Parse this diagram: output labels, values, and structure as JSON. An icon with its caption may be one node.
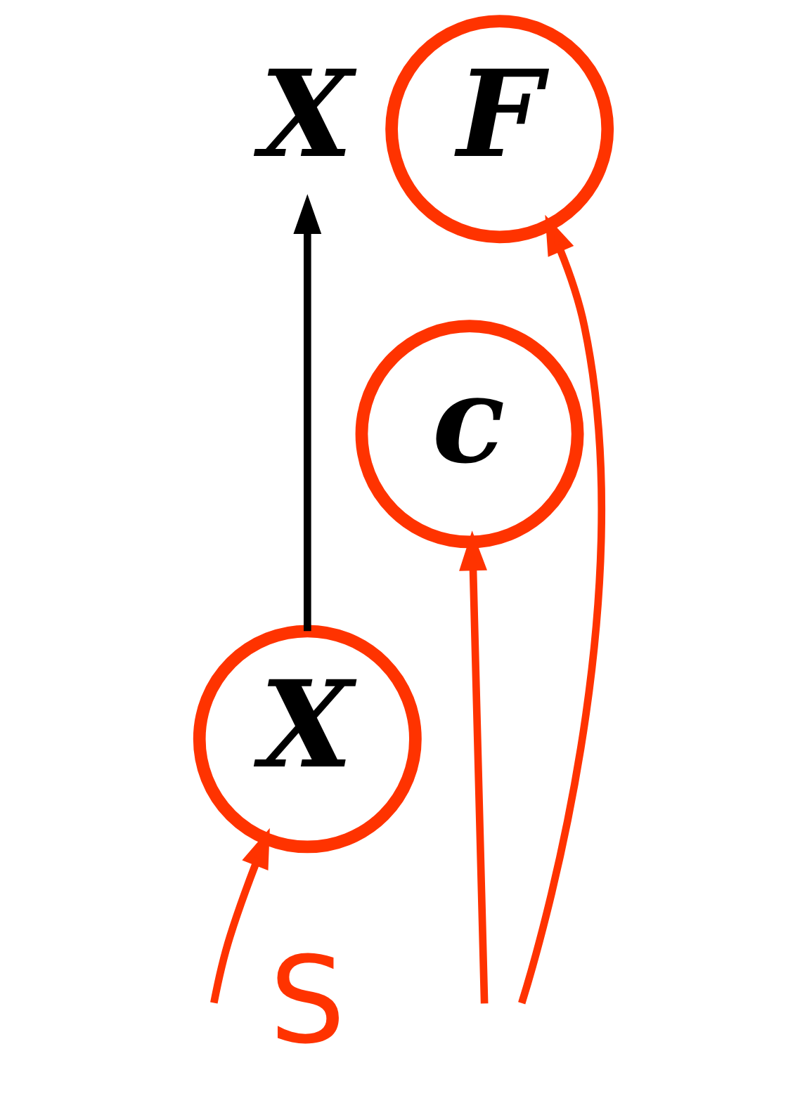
{
  "diagram": {
    "nodes": [
      {
        "text": [
          "F"
        ]
      },
      {
        "text": [
          "X"
        ]
      },
      {
        "text": [
          "c"
        ]
      },
      {
        "text": [
          "X"
        ]
      }
    ],
    "edges": [
      {
        "from": 3,
        "to": 1,
        "arrow": "to",
        "color": "#000000"
      },
      {
        "from": null,
        "to": 0,
        "arrow": "to"
      },
      {
        "from": null,
        "to": 2,
        "arrow": "to"
      },
      {
        "from": null,
        "to": 3,
        "arrow": "to"
      }
    ],
    "labels": [
      "S"
    ]
  }
}
